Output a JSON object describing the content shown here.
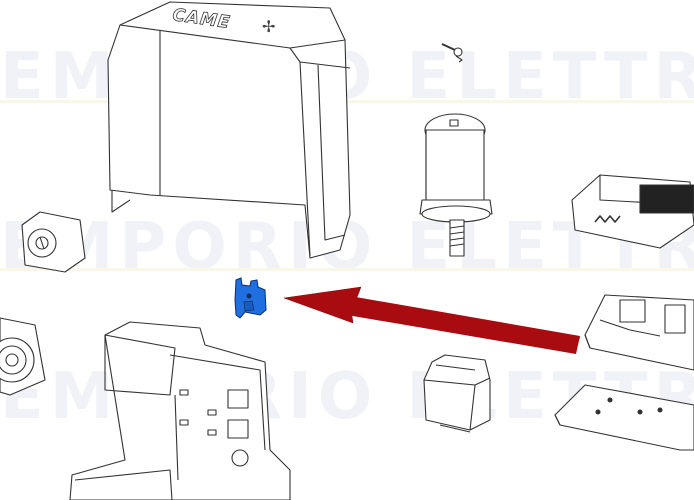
{
  "diagram": {
    "type": "exploded-parts-view",
    "watermark": {
      "text_left": "EMPORIO",
      "text_right": "ELETTRICO",
      "color": "#eef0f6"
    },
    "cover": {
      "brand_label": "CAME",
      "brand_symbol": "✢"
    },
    "highlight": {
      "part_name": "blue-connector-part",
      "color": "#1f6fe0"
    },
    "arrow": {
      "color": "#a80c10",
      "direction": "left"
    },
    "parts": [
      "cover",
      "screw",
      "motor",
      "terminal-block",
      "gear-wheel",
      "blue-connector",
      "gear-assembly",
      "housing-frame",
      "control-board",
      "transformer",
      "base-plate"
    ]
  }
}
